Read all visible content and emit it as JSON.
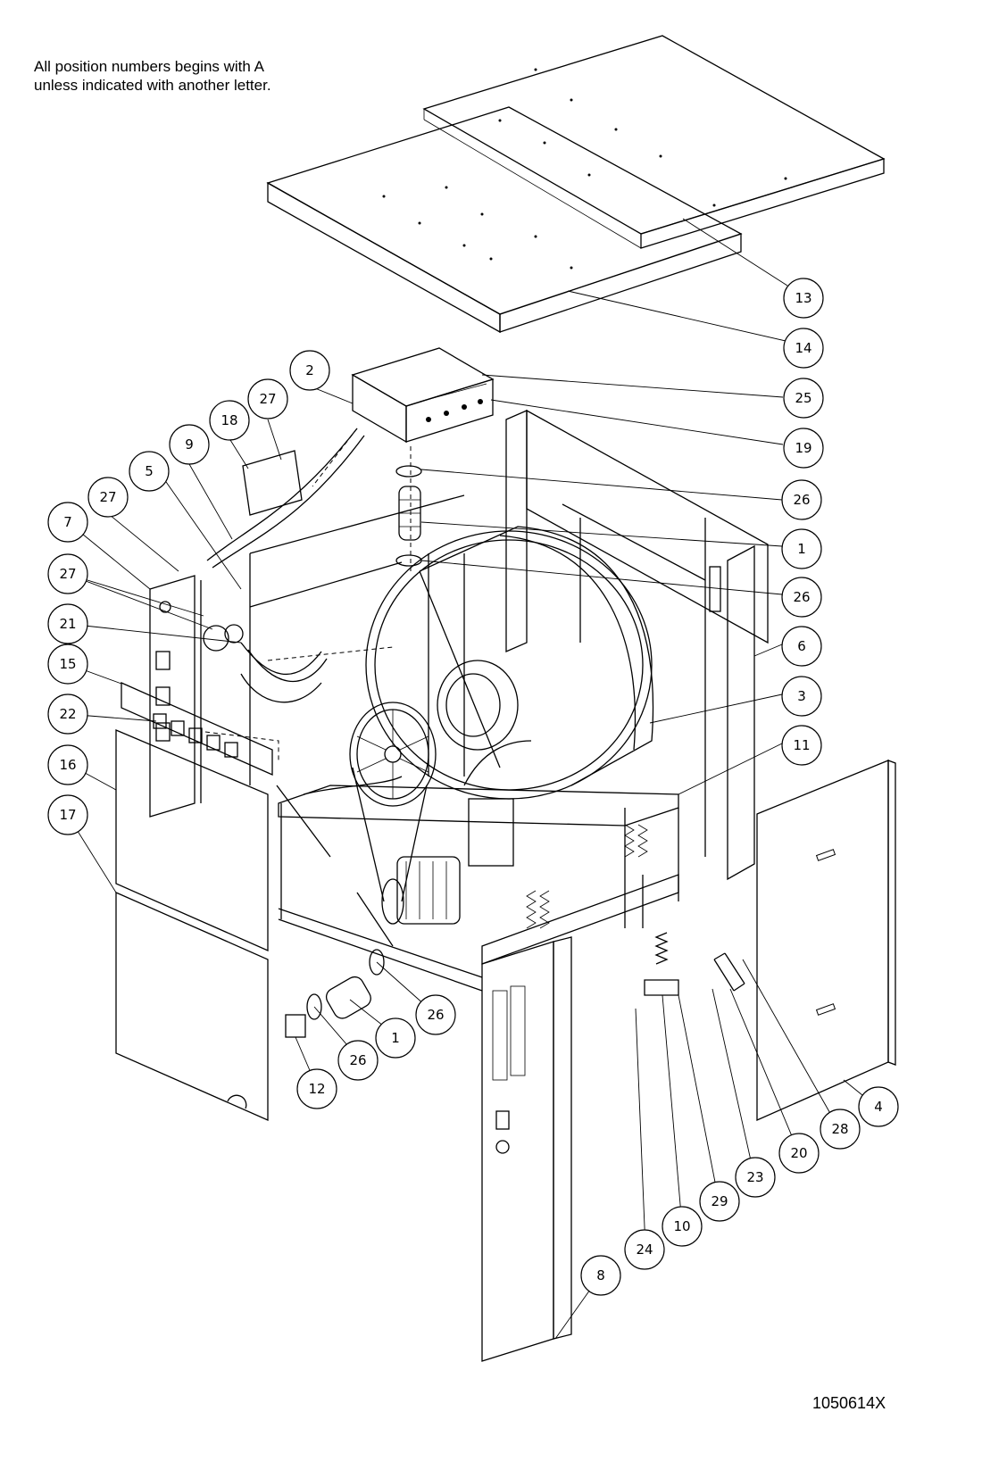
{
  "note": {
    "line1": "All position numbers begins with A",
    "line2": "unless indicated with another letter."
  },
  "doc_number": "1050614X",
  "callouts": [
    {
      "id": "c13",
      "label": "13"
    },
    {
      "id": "c14",
      "label": "14"
    },
    {
      "id": "c2",
      "label": "2"
    },
    {
      "id": "c25",
      "label": "25"
    },
    {
      "id": "c19",
      "label": "19"
    },
    {
      "id": "c27a",
      "label": "27"
    },
    {
      "id": "c18",
      "label": "18"
    },
    {
      "id": "c9",
      "label": "9"
    },
    {
      "id": "c27b",
      "label": "27"
    },
    {
      "id": "c5",
      "label": "5"
    },
    {
      "id": "c7",
      "label": "7"
    },
    {
      "id": "c27c",
      "label": "27"
    },
    {
      "id": "c26a",
      "label": "26"
    },
    {
      "id": "c1a",
      "label": "1"
    },
    {
      "id": "c26b",
      "label": "26"
    },
    {
      "id": "c6",
      "label": "6"
    },
    {
      "id": "c21",
      "label": "21"
    },
    {
      "id": "c15",
      "label": "15"
    },
    {
      "id": "c3",
      "label": "3"
    },
    {
      "id": "c22",
      "label": "22"
    },
    {
      "id": "c11",
      "label": "11"
    },
    {
      "id": "c16",
      "label": "16"
    },
    {
      "id": "c17",
      "label": "17"
    },
    {
      "id": "c26c",
      "label": "26"
    },
    {
      "id": "c1b",
      "label": "1"
    },
    {
      "id": "c26d",
      "label": "26"
    },
    {
      "id": "c12",
      "label": "12"
    },
    {
      "id": "c4",
      "label": "4"
    },
    {
      "id": "c28",
      "label": "28"
    },
    {
      "id": "c20",
      "label": "20"
    },
    {
      "id": "c23",
      "label": "23"
    },
    {
      "id": "c29",
      "label": "29"
    },
    {
      "id": "c10",
      "label": "10"
    },
    {
      "id": "c24",
      "label": "24"
    },
    {
      "id": "c8",
      "label": "8"
    }
  ]
}
